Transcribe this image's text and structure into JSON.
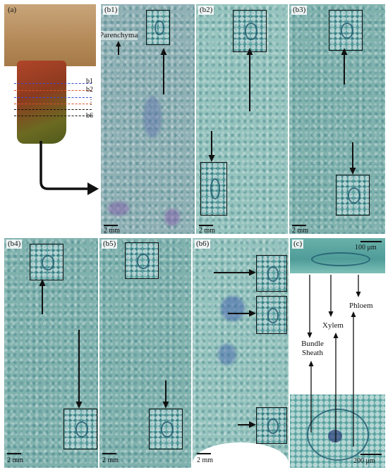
{
  "panels": {
    "a": {
      "label": "(a)"
    },
    "b1": {
      "label": "(b1)"
    },
    "b2": {
      "label": "(b2)"
    },
    "b3": {
      "label": "(b3)"
    },
    "b4": {
      "label": "(b4)"
    },
    "b5": {
      "label": "(b5)"
    },
    "b6": {
      "label": "(b6)"
    },
    "c": {
      "label": "(c)"
    }
  },
  "section_lines": {
    "b1": "b1",
    "b2": "b2",
    "dots": "⋮",
    "b6": "b6",
    "colors": [
      "#3a4bd0",
      "#e0502a",
      "#3a4bd0",
      "#e0502a",
      "#111111",
      "#111111"
    ]
  },
  "annotations": {
    "parenchyma": "Parenchyma",
    "phloem": "Phloem",
    "xylem": "Xylem",
    "bundle_sheath": "Bundle Sheath"
  },
  "scale": {
    "mm": "2 mm",
    "um_top": "100 μm",
    "um_bottom": "200 μm"
  }
}
